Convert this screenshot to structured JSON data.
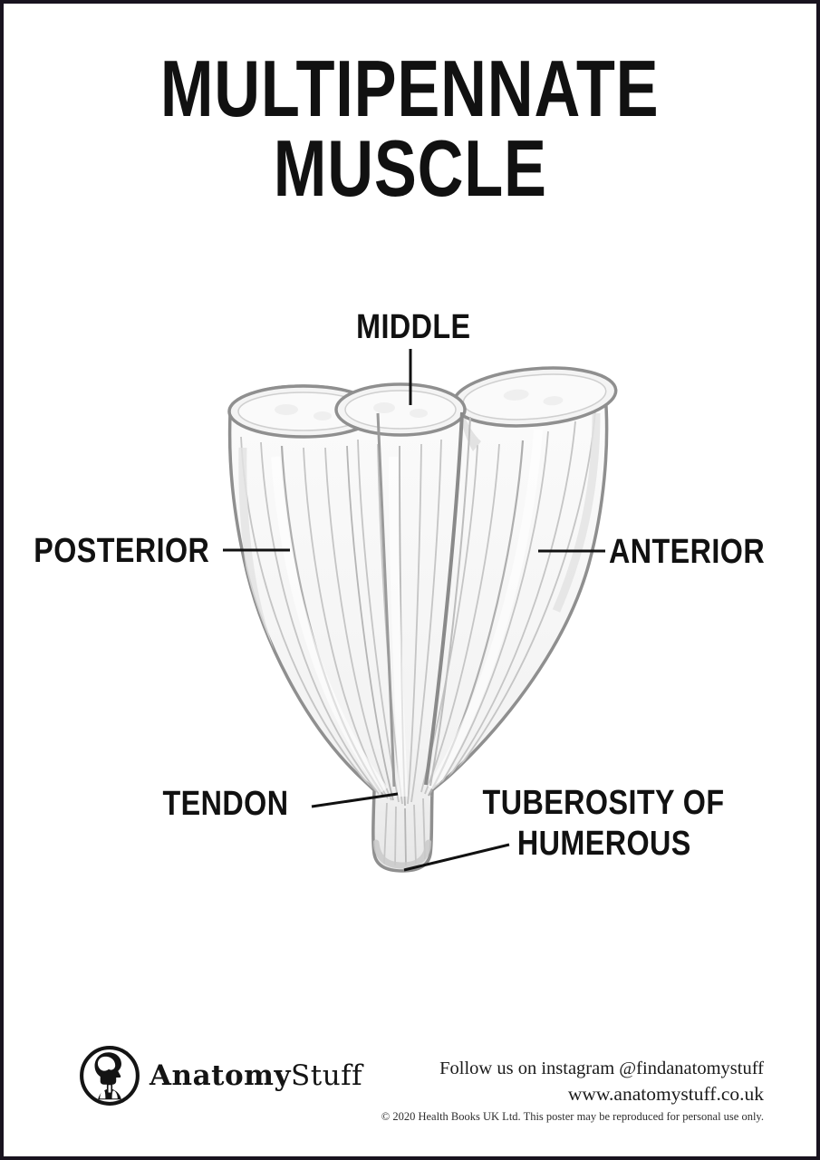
{
  "poster": {
    "title": {
      "line1": "MULTIPENNATE",
      "line2": "MUSCLE"
    },
    "diagram": {
      "labels": {
        "middle": "MIDDLE",
        "posterior": "POSTERIOR",
        "anterior": "ANTERIOR",
        "tendon": "TENDON",
        "tuberosity_line1": "TUBEROSITY OF",
        "tuberosity_line2": "HUMEROUS"
      }
    },
    "footer": {
      "logo": {
        "anatomy": "Anatomy",
        "stuff": "Stuff"
      },
      "instagram": "Follow us on instagram @findanatomystuff",
      "website": "www.anatomystuff.co.uk",
      "copyright": "© 2020 Health Books UK Ltd. This poster may be reproduced for personal use only."
    },
    "icons": {
      "logo_icon": "head-profile-in-circle"
    },
    "colors": {
      "border": "#18131f",
      "text": "#111111",
      "muscle_outline": "#8f8f8f",
      "muscle_fill": "#f6f6f6",
      "striation": "#c5c5c5",
      "leader_line": "#111111"
    }
  }
}
